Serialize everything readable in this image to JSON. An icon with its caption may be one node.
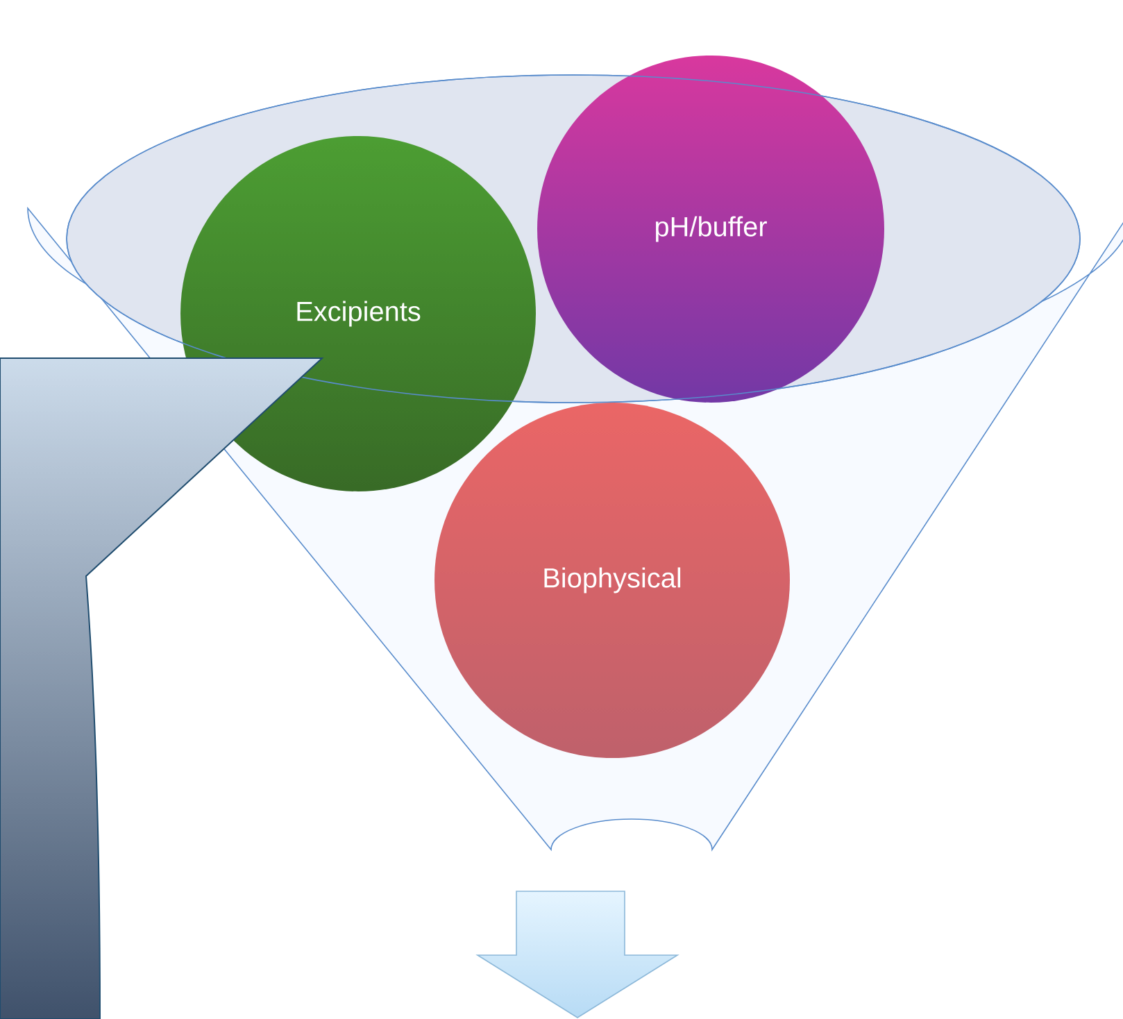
{
  "diagram": {
    "nodes": [
      {
        "text": [
          "Excipients"
        ]
      },
      {
        "text": [
          "pH/buffer"
        ]
      },
      {
        "text": [
          "Biophysical"
        ]
      },
      {
        "text": [],
        "shape": "callout"
      }
    ]
  }
}
